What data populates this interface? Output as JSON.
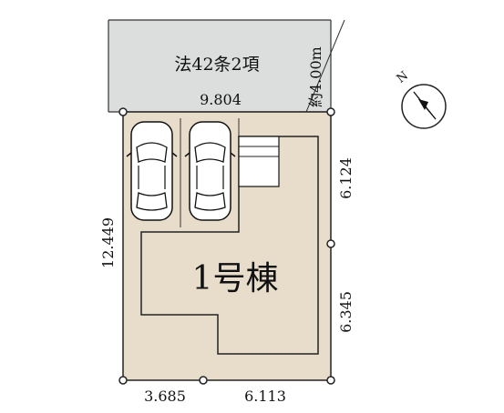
{
  "road": {
    "label": "法42条2項",
    "width_label": "約4.00m"
  },
  "dimensions": {
    "top": "9.804",
    "left": "12.449",
    "right_upper": "6.124",
    "right_lower": "6.345",
    "bottom_left": "3.685",
    "bottom_right": "6.113"
  },
  "building": {
    "label": "1号棟"
  },
  "parking": {
    "spaces": 2
  },
  "compass": {
    "label": "N"
  },
  "colors": {
    "road_fill": "#dcdedd",
    "lot_fill": "#e8dccb",
    "outline": "#222222"
  }
}
